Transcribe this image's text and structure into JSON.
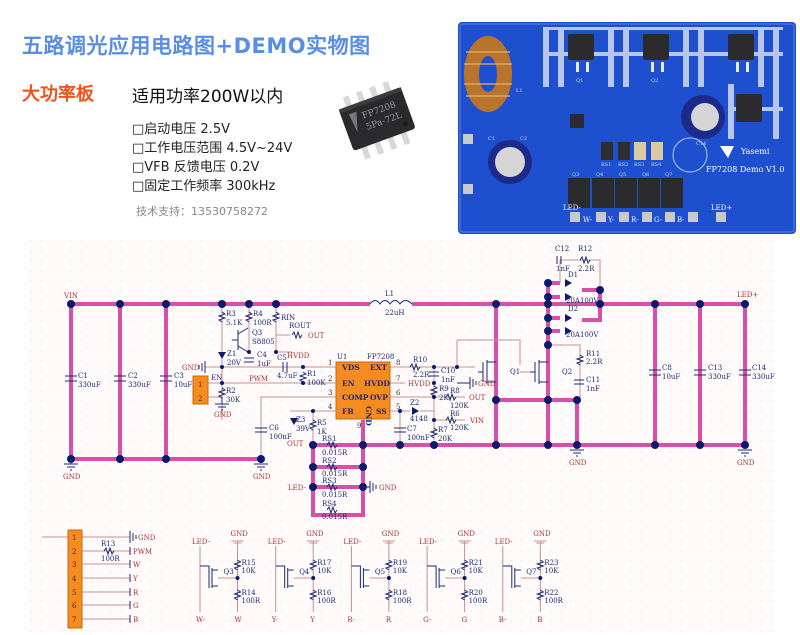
{
  "header": {
    "title": "五路调光应用电路图+DEMO实物图",
    "badge": "大功率板",
    "power_note": "适用功率200W以内",
    "features": [
      "□启动电压 2.5V",
      "□工作电压范围 4.5V~24V",
      "□VFB 反馈电压 0.2V",
      "□固定工作频率 300kHz"
    ],
    "support": "技术支持：13530758272"
  },
  "chip_photo": {
    "marking_line1": "FP7208",
    "marking_line2": "5Pa-72L"
  },
  "pcb_photo": {
    "brand": "Yasemi",
    "board_name": "FP7208 Demo V1.0",
    "pads": [
      "LED-",
      "W-",
      "Y-",
      "R-",
      "G-",
      "B-",
      "LED+"
    ],
    "refs": [
      "Q1",
      "Q2",
      "L1",
      "C1",
      "C2",
      "C14",
      "Q3",
      "Q4",
      "Q5",
      "Q6",
      "Q7",
      "RS1",
      "RS2",
      "RS3",
      "RS4"
    ]
  },
  "colors": {
    "title": "#5a8ee4",
    "badge": "#f0521e",
    "power_wire": "#d84ea8",
    "node": "#0c1a6e",
    "ic_body": "#f68b1f",
    "pcb": "#1d4fcf"
  },
  "schematic": {
    "nets": {
      "vin": "VIN",
      "gnd": "GND",
      "led_plus": "LED+",
      "led_minus": "LED-",
      "out": "OUT",
      "hvdd": "HVDD",
      "pwm": "PWM",
      "en": "EN"
    },
    "ic": {
      "ref": "U1",
      "part": "FP7208",
      "pins_left": [
        "VDS",
        "EN",
        "COMP",
        "FB"
      ],
      "pins_right": [
        "EXT",
        "HVDD",
        "OVP",
        "SS"
      ],
      "gnd_pin": "GND",
      "pin_nums_left": [
        "1",
        "2",
        "3",
        "4"
      ],
      "pin_nums_right": [
        "8",
        "7",
        "6",
        "5"
      ],
      "gnd_num": "9"
    },
    "input_connector": {
      "pins": [
        "1",
        "2"
      ]
    },
    "components": {
      "C1": [
        "C1",
        "330uF"
      ],
      "C2": [
        "C2",
        "330uF"
      ],
      "C3": [
        "C3",
        "10uF"
      ],
      "R3": [
        "R3",
        "5.1K"
      ],
      "R4": [
        "R4",
        "100R"
      ],
      "RIN": [
        "RIN"
      ],
      "ROUT": [
        "ROUT"
      ],
      "Q3": [
        "Q3",
        "S8805"
      ],
      "Z1": [
        "Z1",
        "20V"
      ],
      "C4": [
        "C4",
        "1uF"
      ],
      "C5": [
        "C5",
        "4.7uF"
      ],
      "R1": [
        "R1",
        "100K"
      ],
      "R2": [
        "R2",
        "30K"
      ],
      "C6": [
        "C6",
        "100nF"
      ],
      "Z3": [
        "Z3",
        "39V"
      ],
      "R5": [
        "R5",
        "1K"
      ],
      "RS1": [
        "RS1",
        "0.015R"
      ],
      "RS2": [
        "RS2",
        "0.015R"
      ],
      "RS3": [
        "RS3",
        "0.015R"
      ],
      "RS4": [
        "RS4",
        "0.015R"
      ],
      "L1": [
        "L1",
        "22uH"
      ],
      "R10": [
        "R10",
        "2.2R"
      ],
      "C10": [
        "C10",
        "1nF"
      ],
      "R9": [
        "R9",
        "2K"
      ],
      "R8": [
        "R8",
        "120K"
      ],
      "Z2": [
        "Z2",
        "4148"
      ],
      "R6": [
        "R6",
        "120K"
      ],
      "R7": [
        "R7",
        "20K"
      ],
      "C7": [
        "C7",
        "100nF"
      ],
      "Q1": [
        "Q1"
      ],
      "Q2": [
        "Q2"
      ],
      "C12": [
        "C12",
        "1nF"
      ],
      "R12": [
        "R12",
        "2.2R"
      ],
      "D1": [
        "D1",
        "20A100V"
      ],
      "D2": [
        "D2",
        "20A100V"
      ],
      "R11": [
        "R11",
        "2.2R"
      ],
      "C11": [
        "C11",
        "1nF"
      ],
      "C8": [
        "C8",
        "10uF"
      ],
      "C13": [
        "C13",
        "330uF"
      ],
      "C14": [
        "C14",
        "330uF"
      ]
    },
    "control_connector": {
      "pins": [
        "1",
        "2",
        "3",
        "4",
        "5",
        "6",
        "7"
      ],
      "signals": [
        "GND",
        "PWM",
        "W",
        "Y",
        "R",
        "G",
        "B"
      ],
      "resistor": [
        "R13",
        "100R"
      ]
    },
    "channels": [
      {
        "q": "Q3",
        "r_top": [
          "R15",
          "10K"
        ],
        "r_bot": [
          "R14",
          "100R"
        ],
        "drain": "W-",
        "signal": "W",
        "top_left": "LED-",
        "top_right": "GND"
      },
      {
        "q": "Q4",
        "r_top": [
          "R17",
          "10K"
        ],
        "r_bot": [
          "R16",
          "100R"
        ],
        "drain": "Y-",
        "signal": "Y",
        "top_left": "LED-",
        "top_right": "GND"
      },
      {
        "q": "Q5",
        "r_top": [
          "R19",
          "10K"
        ],
        "r_bot": [
          "R18",
          "100R"
        ],
        "drain": "R-",
        "signal": "R",
        "top_left": "LED-",
        "top_right": "GND"
      },
      {
        "q": "Q6",
        "r_top": [
          "R21",
          "10K"
        ],
        "r_bot": [
          "R20",
          "100R"
        ],
        "drain": "G-",
        "signal": "G",
        "top_left": "LED-",
        "top_right": "GND"
      },
      {
        "q": "Q7",
        "r_top": [
          "R23",
          "10K"
        ],
        "r_bot": [
          "R22",
          "100R"
        ],
        "drain": "B-",
        "signal": "B",
        "top_left": "LED-",
        "top_right": "GND"
      }
    ]
  }
}
